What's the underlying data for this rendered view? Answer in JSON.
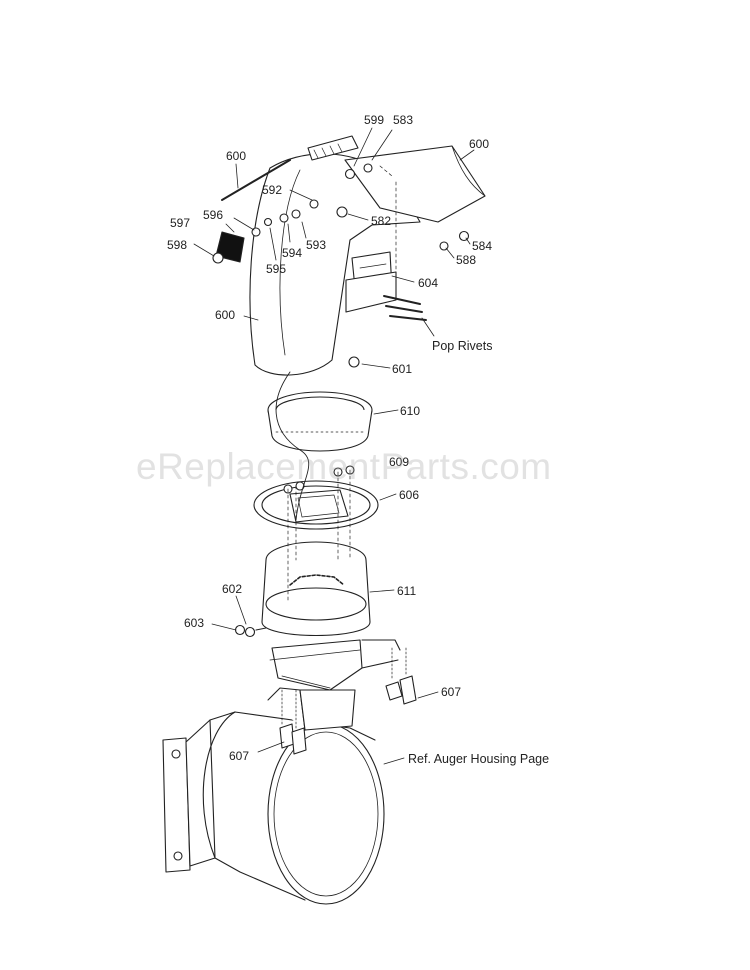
{
  "labels": {
    "p600_top_left": "600",
    "p599": "599",
    "p583": "583",
    "p600_top_right": "600",
    "p592": "592",
    "p582": "582",
    "p597": "597",
    "p596": "596",
    "p598": "598",
    "p594": "594",
    "p593": "593",
    "p595": "595",
    "p584": "584",
    "p588": "588",
    "p604": "604",
    "p600_left": "600",
    "pop_rivets": "Pop Rivets",
    "p601": "601",
    "p610": "610",
    "p609": "609",
    "p606": "606",
    "p602": "602",
    "p611": "611",
    "p603": "603",
    "p607_right": "607",
    "p607_left": "607",
    "ref_auger": "Ref. Auger Housing Page"
  },
  "watermark": "eReplacementParts.com"
}
